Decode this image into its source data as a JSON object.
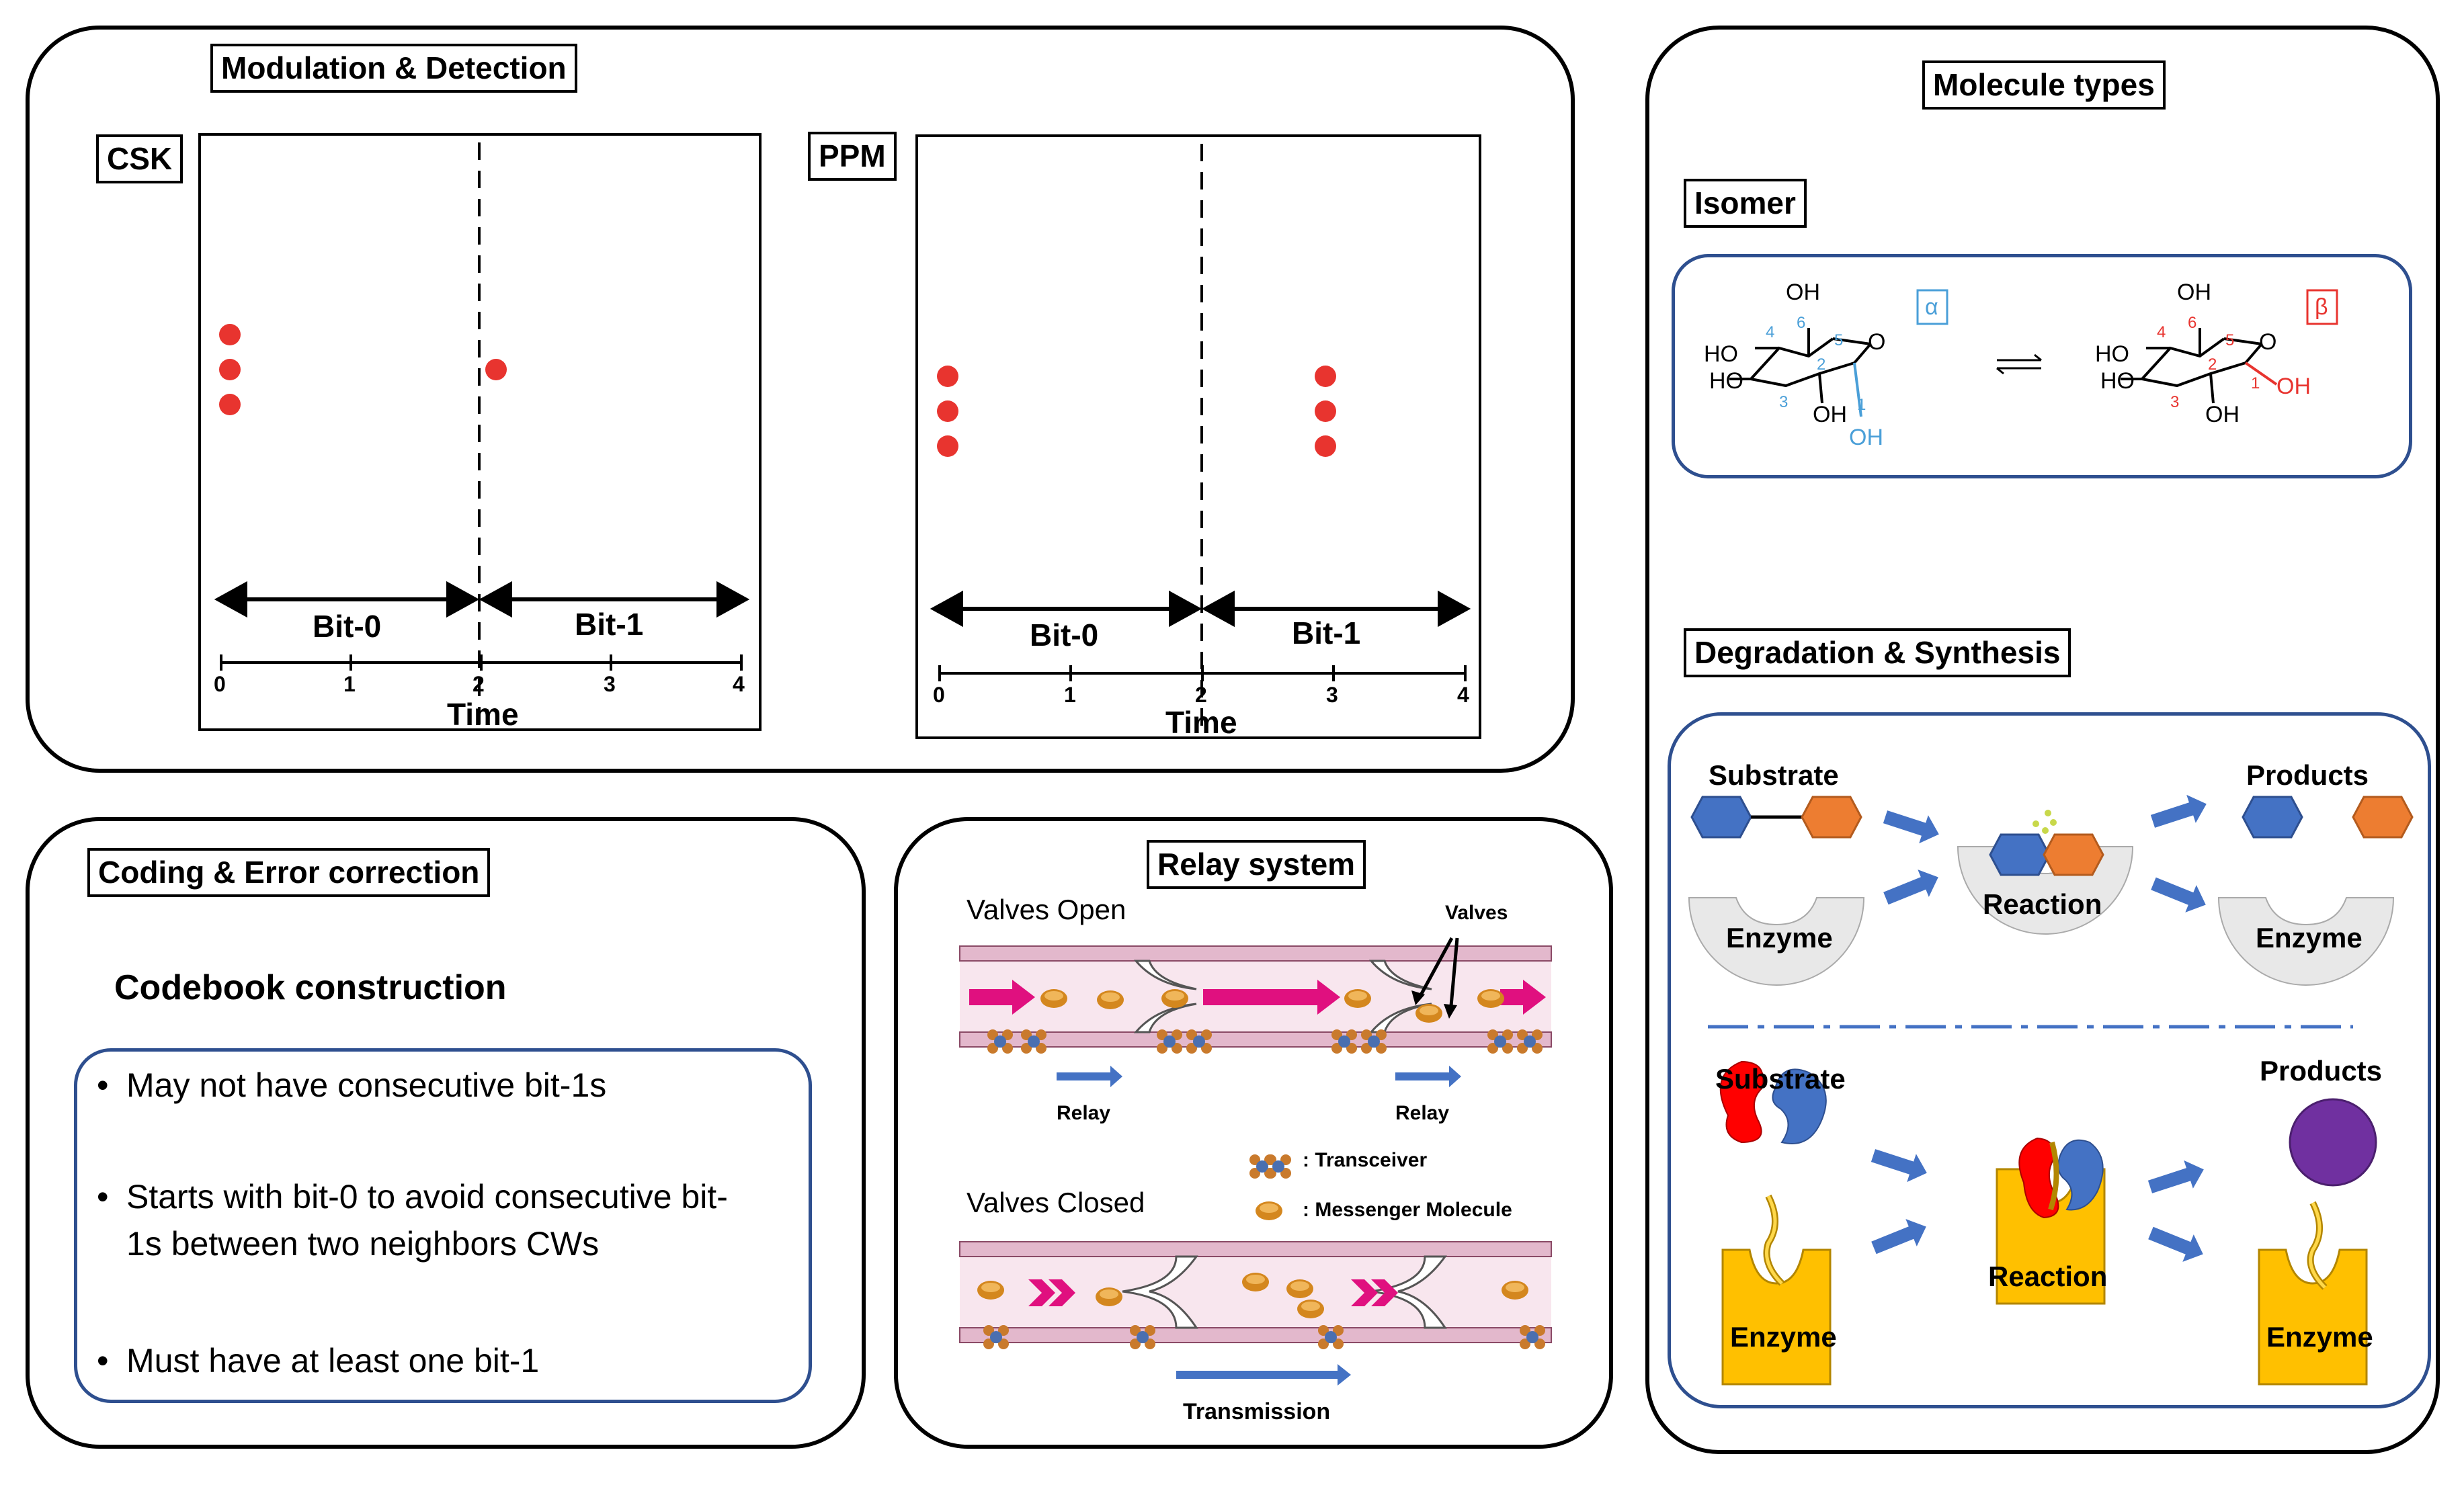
{
  "modulation": {
    "title": "Modulation & Detection",
    "csk": {
      "label": "CSK",
      "bit0": "Bit-0",
      "bit1": "Bit-1",
      "ticks": [
        "0",
        "1",
        "2",
        "3",
        "4"
      ],
      "xlabel": "Time"
    },
    "ppm": {
      "label": "PPM",
      "bit0": "Bit-0",
      "bit1": "Bit-1",
      "ticks": [
        "0",
        "1",
        "2",
        "3",
        "4"
      ],
      "xlabel": "Time"
    }
  },
  "coding": {
    "title": "Coding & Error correction",
    "heading": "Codebook construction",
    "rules": [
      "May not have consecutive bit-1s",
      "Starts with bit-0 to avoid consecutive bit-",
      "1s between two neighbors CWs",
      "Must have at least one bit-1"
    ]
  },
  "relay": {
    "title": "Relay system",
    "valves_open": "Valves Open",
    "valves": "Valves",
    "relay_label": "Relay",
    "valves_closed": "Valves Closed",
    "transceiver_legend": ": Transceiver",
    "messenger_legend": ": Messenger Molecule",
    "transmission": "Transmission"
  },
  "molecules": {
    "title": "Molecule types",
    "isomer": {
      "title": "Isomer",
      "alpha": "α",
      "beta": "β",
      "oh": "OH",
      "ho": "HO",
      "o": "O",
      "alpha_numbers": [
        "1",
        "2",
        "3",
        "4",
        "5",
        "6"
      ],
      "beta_numbers": [
        "1",
        "2",
        "3",
        "4",
        "5",
        "6"
      ]
    },
    "degradation": {
      "title": "Degradation & Synthesis",
      "substrate": "Substrate",
      "products": "Products",
      "reaction": "Reaction",
      "enzyme": "Enzyme"
    }
  },
  "colors": {
    "dot_red": "#e8342f",
    "arrow_blue": "#4472c4",
    "box_blue": "#2e4f8f",
    "hex_blue": "#4472c4",
    "hex_orange": "#ed7d31",
    "enzyme_yellow": "#ffc000",
    "product_purple": "#7030a0",
    "magenta": "#e0107f",
    "vessel_pink": "#d9a5bd"
  }
}
